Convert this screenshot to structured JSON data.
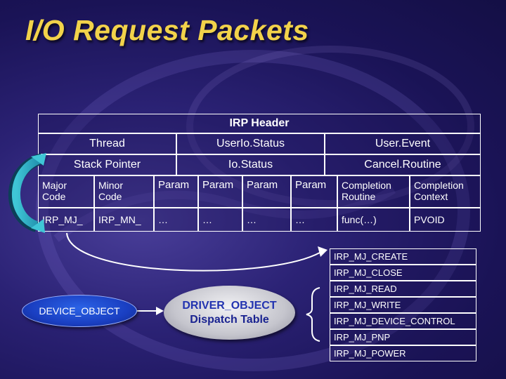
{
  "title": "I/O Request Packets",
  "irp": {
    "header": "IRP Header",
    "row1": [
      "Thread",
      "UserIo.Status",
      "User.Event"
    ],
    "row2": [
      "Stack Pointer",
      "Io.Status",
      "Cancel.Routine"
    ],
    "row3": [
      "Major\nCode",
      "Minor\nCode",
      "Param",
      "Param",
      "Param",
      "Param",
      "Completion\nRoutine",
      "Completion\nContext"
    ],
    "row4": [
      "IRP_MJ_",
      "IRP_MN_",
      "…",
      "…",
      "…",
      "…",
      "func(…)",
      "PVOID"
    ]
  },
  "device_object": "DEVICE_OBJECT",
  "driver_object": {
    "line1": "DRIVER_OBJECT",
    "line2": "Dispatch Table"
  },
  "dispatch_list": [
    "IRP_MJ_CREATE",
    "IRP_MJ_CLOSE",
    "IRP_MJ_READ",
    "IRP_MJ_WRITE",
    "IRP_MJ_DEVICE_CONTROL",
    "IRP_MJ_PNP",
    "IRP_MJ_POWER"
  ],
  "colors": {
    "title": "#f2d24a",
    "background": "#1a1356",
    "device_object": "#1a3fc2",
    "driver_object": "#c5c5cd",
    "driver_text": "#1a2390",
    "arrow": "#ffffff"
  }
}
